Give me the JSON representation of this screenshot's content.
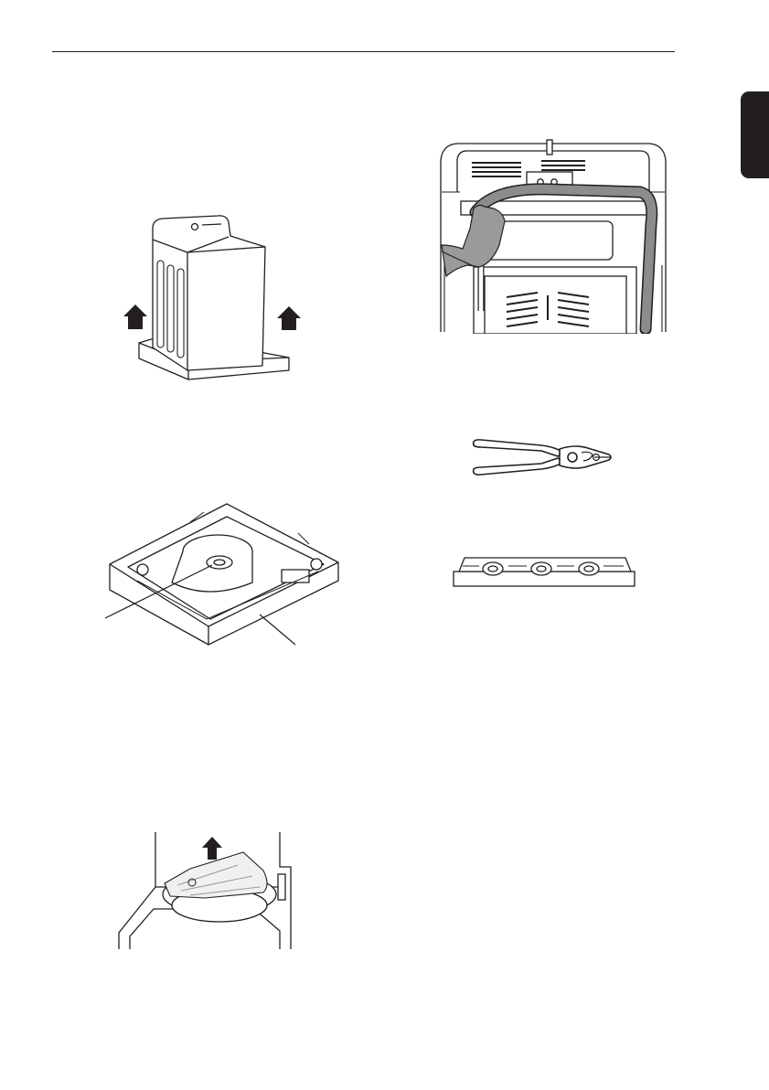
{
  "page": {
    "colors": {
      "ink": "#231f20",
      "paper": "#ffffff",
      "tab": "#231f20",
      "hose": "#8c8c8c",
      "glove": "#9a9a9a"
    }
  },
  "figures": [
    {
      "id": "lift-washer",
      "icon": "washer-on-base-arrows-icon"
    },
    {
      "id": "remove-hose",
      "icon": "washer-back-hose-glove-icon"
    },
    {
      "id": "shipping-base",
      "icon": "shipping-base-icon"
    },
    {
      "id": "pliers",
      "icon": "pliers-icon"
    },
    {
      "id": "shipping-bracket",
      "icon": "shipping-bracket-icon"
    },
    {
      "id": "remove-tub-packing",
      "icon": "tub-packing-removal-icon"
    }
  ]
}
